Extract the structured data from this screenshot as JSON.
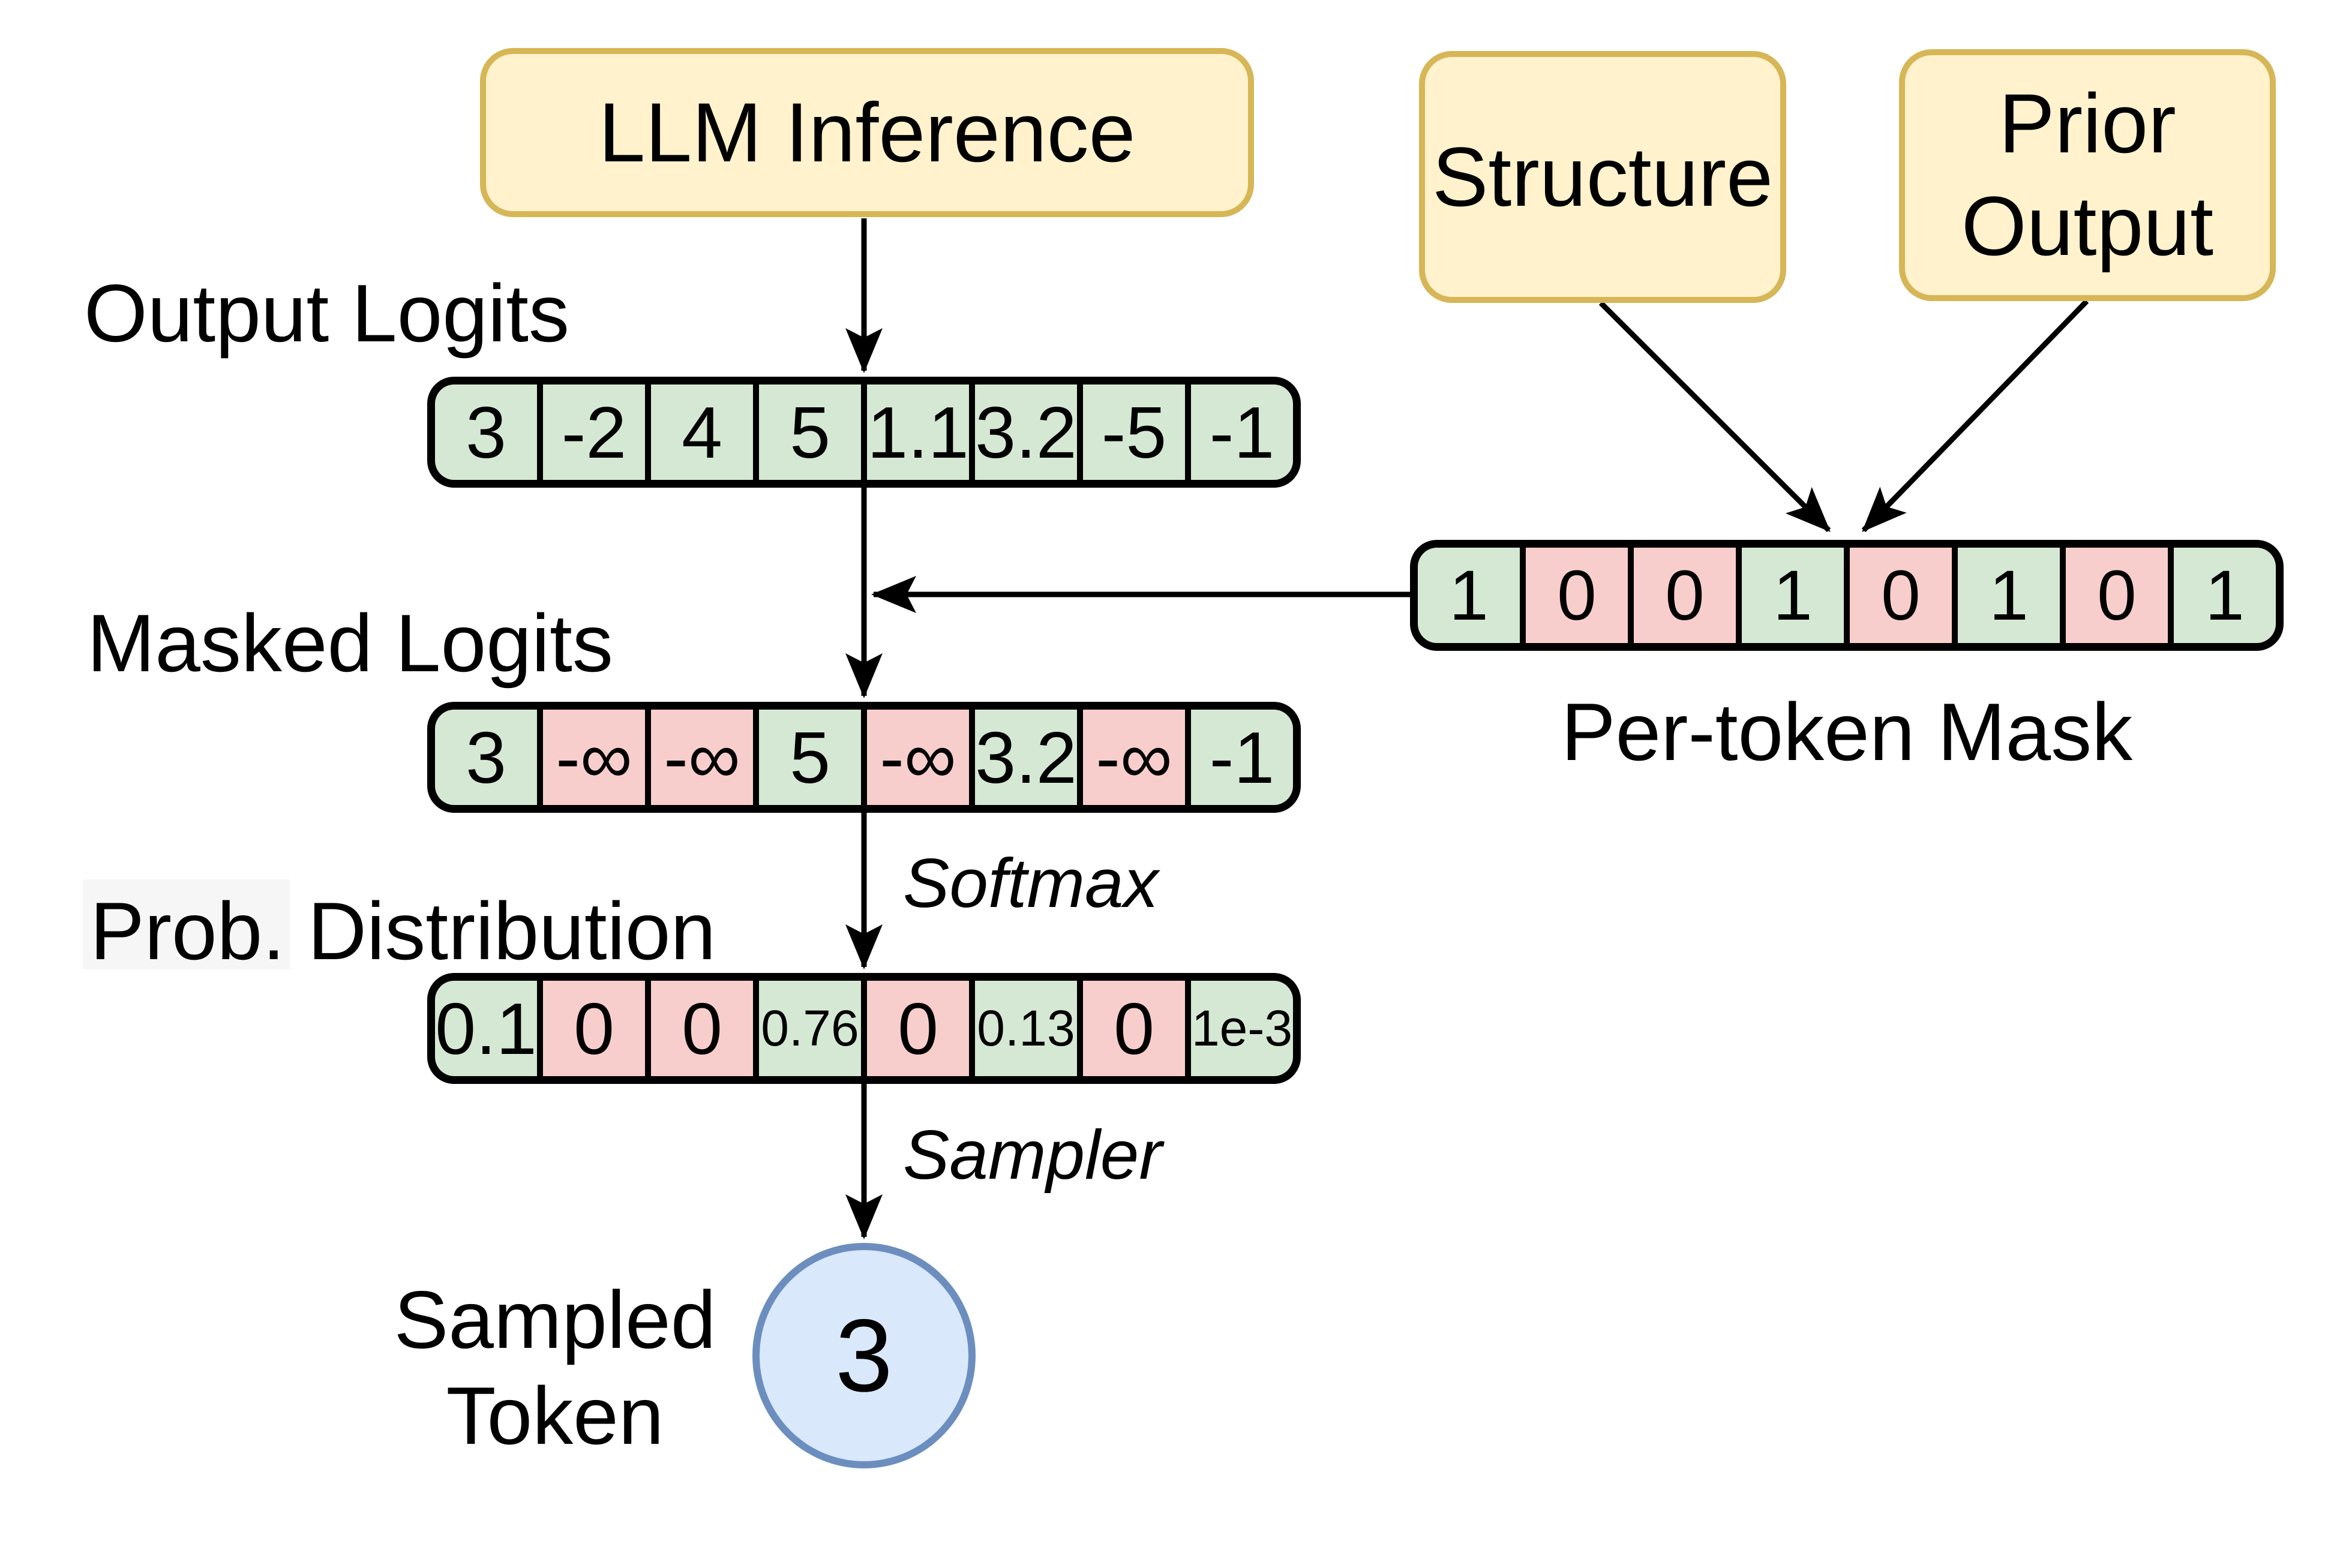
{
  "diagram": {
    "boxes": {
      "llm_inference": "LLM Inference",
      "structure": "Structure",
      "prior_output": "Prior Output"
    },
    "labels": {
      "output_logits": "Output Logits",
      "masked_logits": "Masked Logits",
      "prob_distribution_prefix": "Prob.",
      "prob_distribution_rest": " Distribution",
      "per_token_mask": "Per-token Mask",
      "softmax": "Softmax",
      "sampler": "Sampler",
      "sampled_token_line1": "Sampled",
      "sampled_token_line2": "Token"
    },
    "rows": {
      "output_logits": {
        "cells": [
          {
            "value": "3",
            "state": "allowed"
          },
          {
            "value": "-2",
            "state": "allowed"
          },
          {
            "value": "4",
            "state": "allowed"
          },
          {
            "value": "5",
            "state": "allowed"
          },
          {
            "value": "1.1",
            "state": "allowed"
          },
          {
            "value": "3.2",
            "state": "allowed"
          },
          {
            "value": "-5",
            "state": "allowed"
          },
          {
            "value": "-1",
            "state": "allowed"
          }
        ]
      },
      "per_token_mask": {
        "cells": [
          {
            "value": "1",
            "state": "allowed"
          },
          {
            "value": "0",
            "state": "blocked"
          },
          {
            "value": "0",
            "state": "blocked"
          },
          {
            "value": "1",
            "state": "allowed"
          },
          {
            "value": "0",
            "state": "blocked"
          },
          {
            "value": "1",
            "state": "allowed"
          },
          {
            "value": "0",
            "state": "blocked"
          },
          {
            "value": "1",
            "state": "allowed"
          }
        ]
      },
      "masked_logits": {
        "cells": [
          {
            "value": "3",
            "state": "allowed"
          },
          {
            "value": "-∞",
            "state": "blocked"
          },
          {
            "value": "-∞",
            "state": "blocked"
          },
          {
            "value": "5",
            "state": "allowed"
          },
          {
            "value": "-∞",
            "state": "blocked"
          },
          {
            "value": "3.2",
            "state": "allowed"
          },
          {
            "value": "-∞",
            "state": "blocked"
          },
          {
            "value": "-1",
            "state": "allowed"
          }
        ]
      },
      "prob_distribution": {
        "cells": [
          {
            "value": "0.1",
            "state": "allowed"
          },
          {
            "value": "0",
            "state": "blocked"
          },
          {
            "value": "0",
            "state": "blocked"
          },
          {
            "value": "0.76",
            "state": "allowed"
          },
          {
            "value": "0",
            "state": "blocked"
          },
          {
            "value": "0.13",
            "state": "allowed"
          },
          {
            "value": "0",
            "state": "blocked"
          },
          {
            "value": "1e-3",
            "state": "allowed"
          }
        ]
      }
    },
    "sampled_token": "3",
    "colors": {
      "box_fill": "#FFF2CC",
      "box_border": "#D6B656",
      "cell_allowed": "#D5E8D4",
      "cell_blocked": "#F8CECC",
      "token_fill": "#DAE8FC",
      "token_border": "#6C8EBF",
      "line": "#000000"
    }
  }
}
